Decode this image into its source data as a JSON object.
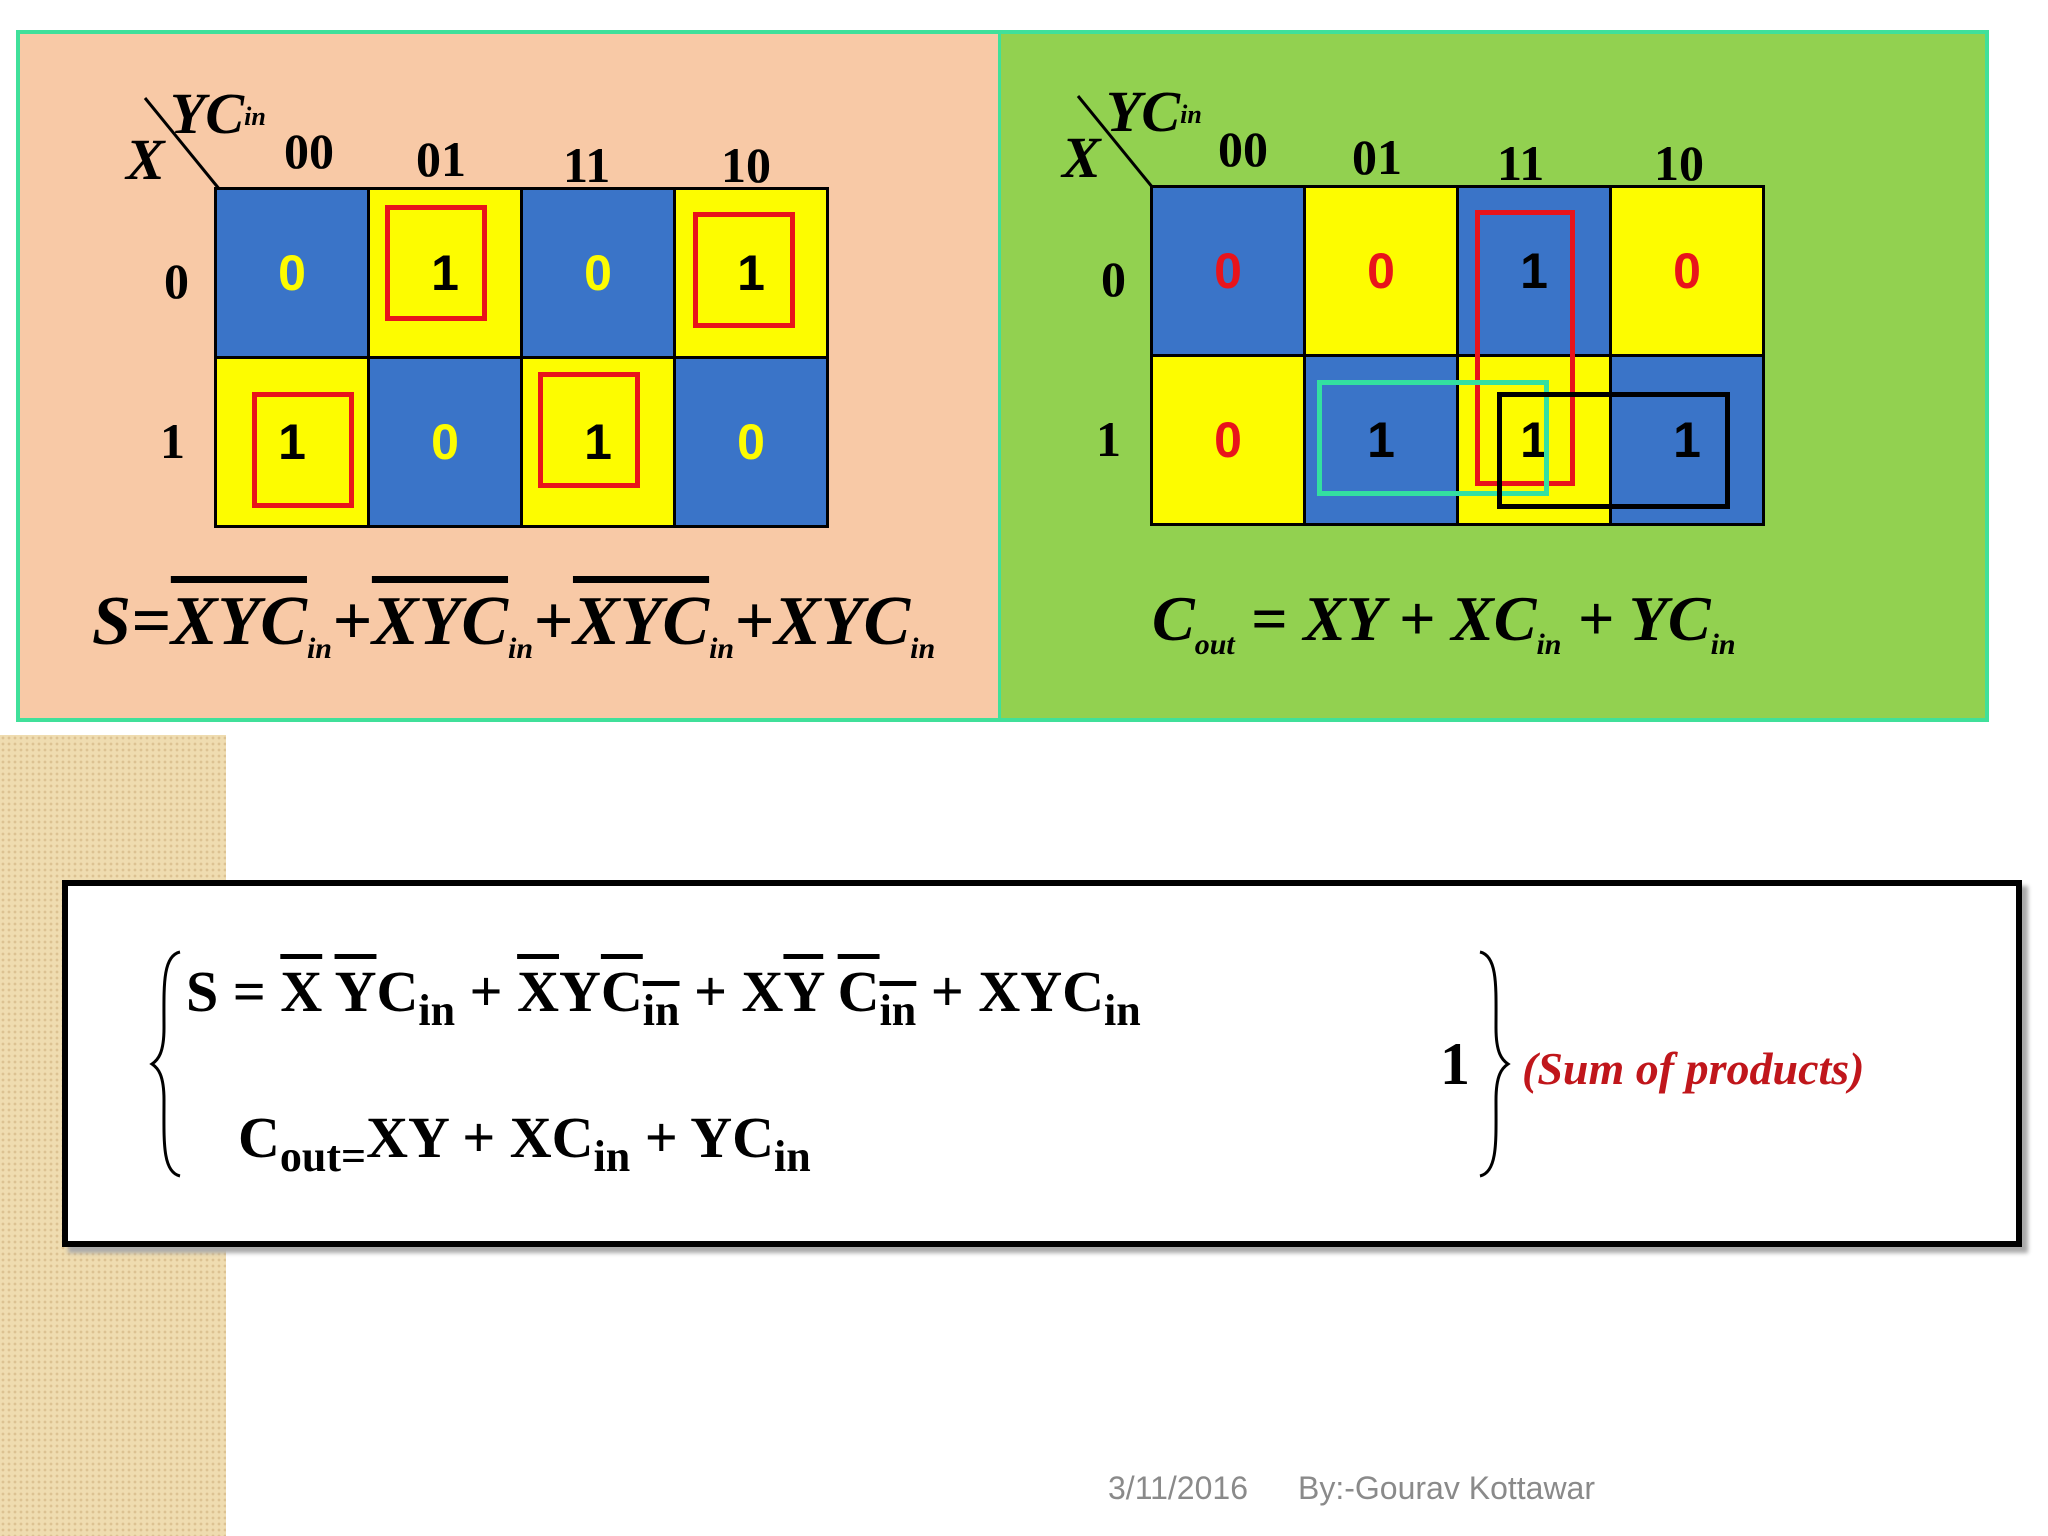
{
  "sum_map": {
    "corner_row_var": "X",
    "corner_col_var": "YC",
    "corner_col_sub": "in",
    "columns": [
      "00",
      "01",
      "11",
      "10"
    ],
    "rows": [
      "0",
      "1"
    ],
    "cells": [
      [
        "0",
        "1",
        "0",
        "1"
      ],
      [
        "1",
        "0",
        "1",
        "0"
      ]
    ],
    "equation": {
      "lhs": "S",
      "eq": "=",
      "t1": "XYC",
      "t1sub": "in",
      "plus": "+",
      "t2": "XYC",
      "t2sub": "in",
      "t3": "XYC",
      "t3sub": "in",
      "t4": "XYC",
      "t4sub": "in"
    }
  },
  "carry_map": {
    "corner_row_var": "X",
    "corner_col_var": "YC",
    "corner_col_sub": "in",
    "columns": [
      "00",
      "01",
      "11",
      "10"
    ],
    "rows": [
      "0",
      "1"
    ],
    "cells": [
      [
        "0",
        "0",
        "1",
        "0"
      ],
      [
        "0",
        "1",
        "1",
        "1"
      ]
    ],
    "equation": {
      "lhs": "C",
      "lhs_sub": "out",
      "eq": "=",
      "t1": "XY",
      "plus": "+",
      "t2": "XC",
      "t2sub": "in",
      "t3": "YC",
      "t3sub": "in"
    }
  },
  "formula": {
    "s_lhs": "S =",
    "s_x1": "X",
    "s_y1": "Y",
    "s_c1": "C",
    "plus": "+",
    "s_x2": "X",
    "s_y2": "Y",
    "s_c2": "C",
    "s_x3": "X",
    "s_y3": "Y",
    "s_c3": "C",
    "s_t4": "XYC",
    "in": "in",
    "cout_c": "C",
    "cout_sub": "out=",
    "cout_t1": "XY",
    "cout_t2": "XC",
    "cout_t3": "YC",
    "label_num": "1",
    "label_text": "(Sum of products)"
  },
  "footer": {
    "date": "3/11/2016",
    "author": "By:-Gourav Kottawar"
  },
  "colors": {
    "blue_cell": "#3a74c8",
    "yellow_cell": "#fdfc00",
    "red_group": "#e8141b",
    "teal_group": "#33e0a0",
    "black_group": "#000000",
    "left_bg": "#f8c9a6",
    "right_bg": "#92d150"
  }
}
